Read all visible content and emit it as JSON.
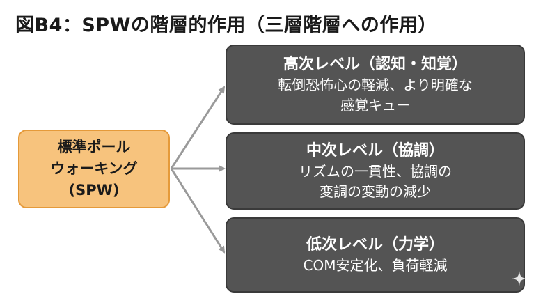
{
  "title": "図B4：SPWの階層的作用（三層階層への作用）",
  "source": {
    "lines": [
      "標準ポール",
      "ウォーキング",
      "(SPW)"
    ]
  },
  "levels": [
    {
      "title": "高次レベル（認知・知覚）",
      "desc_lines": [
        "転倒恐怖心の軽減、より明確な",
        "感覚キュー"
      ]
    },
    {
      "title": "中次レベル（協調）",
      "desc_lines": [
        "リズムの一貫性、協調の",
        "変調の変動の減少"
      ]
    },
    {
      "title": "低次レベル（力学）",
      "desc_lines": [
        "COM安定化、負荷軽減"
      ]
    }
  ],
  "colors": {
    "source_fill": "#f7c37d",
    "source_border": "#e59a3a",
    "level_fill": "#545454",
    "arrow": "#9a9a9a"
  },
  "icons": {
    "watermark": "sparkle-icon"
  }
}
